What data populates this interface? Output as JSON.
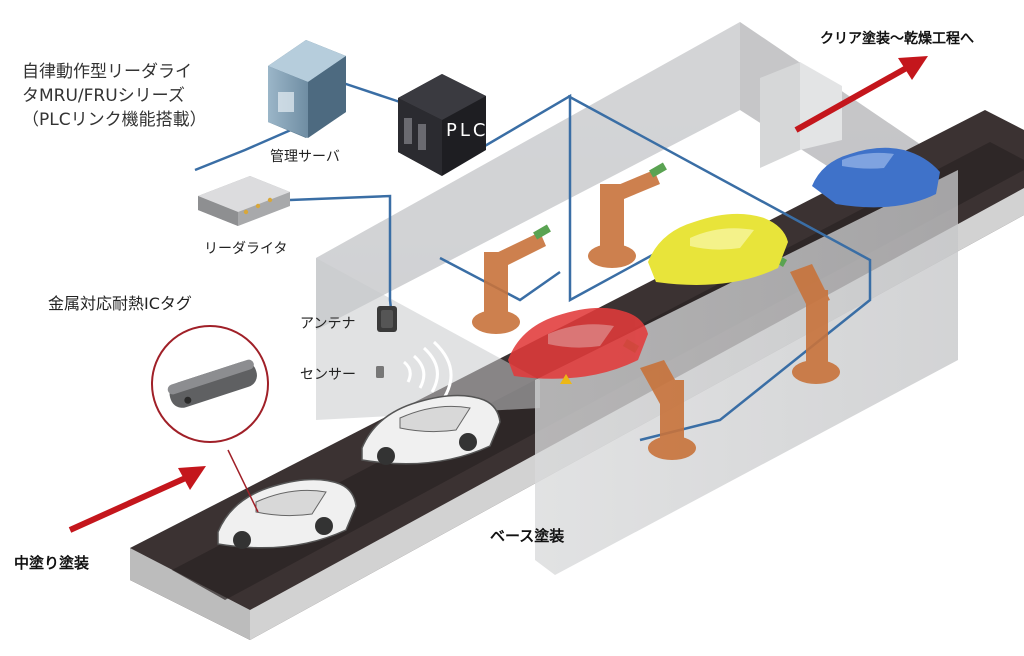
{
  "labels": {
    "reader_title_lines": [
      "自律動作型リーダライ",
      "タMRU/FRUシリーズ",
      "（PLCリンク機能搭載）"
    ],
    "server": "管理サーバ",
    "plc": "PLC",
    "reader_writer": "リーダライタ",
    "ic_tag": "金属対応耐熱ICタグ",
    "antenna": "アンテナ",
    "sensor": "センサー",
    "to_clear_coat": "クリア塗装〜乾燥工程へ",
    "mid_coat": "中塗り塗装",
    "base_coat": "ベース塗装"
  },
  "colors": {
    "arrow_red": "#c4161c",
    "cable_blue": "#3a6ea5",
    "robot_orange": "#c8733b",
    "car_red": "#e23b3b",
    "car_yellow": "#e8e43a",
    "car_blue": "#3f72c9",
    "conveyor_dark": "#3b3232"
  }
}
